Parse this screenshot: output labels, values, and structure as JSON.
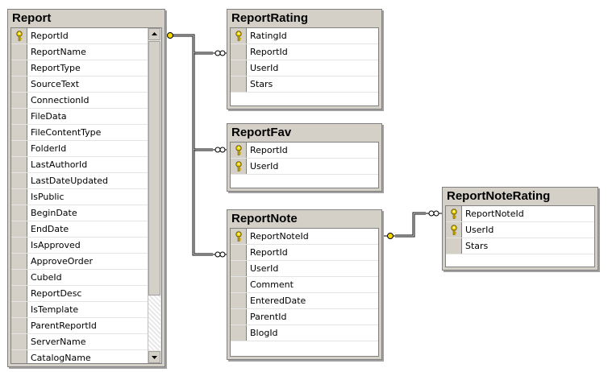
{
  "tables": {
    "report": {
      "title": "Report",
      "columns": [
        {
          "name": "ReportId",
          "key": true
        },
        {
          "name": "ReportName",
          "key": false
        },
        {
          "name": "ReportType",
          "key": false
        },
        {
          "name": "SourceText",
          "key": false
        },
        {
          "name": "ConnectionId",
          "key": false
        },
        {
          "name": "FileData",
          "key": false
        },
        {
          "name": "FileContentType",
          "key": false
        },
        {
          "name": "FolderId",
          "key": false
        },
        {
          "name": "LastAuthorId",
          "key": false
        },
        {
          "name": "LastDateUpdated",
          "key": false
        },
        {
          "name": "IsPublic",
          "key": false
        },
        {
          "name": "BeginDate",
          "key": false
        },
        {
          "name": "EndDate",
          "key": false
        },
        {
          "name": "IsApproved",
          "key": false
        },
        {
          "name": "ApproveOrder",
          "key": false
        },
        {
          "name": "CubeId",
          "key": false
        },
        {
          "name": "ReportDesc",
          "key": false
        },
        {
          "name": "IsTemplate",
          "key": false
        },
        {
          "name": "ParentReportId",
          "key": false
        },
        {
          "name": "ServerName",
          "key": false
        },
        {
          "name": "CatalogName",
          "key": false
        }
      ]
    },
    "report_rating": {
      "title": "ReportRating",
      "columns": [
        {
          "name": "RatingId",
          "key": true
        },
        {
          "name": "ReportId",
          "key": false
        },
        {
          "name": "UserId",
          "key": false
        },
        {
          "name": "Stars",
          "key": false
        }
      ]
    },
    "report_fav": {
      "title": "ReportFav",
      "columns": [
        {
          "name": "ReportId",
          "key": true
        },
        {
          "name": "UserId",
          "key": true
        }
      ]
    },
    "report_note": {
      "title": "ReportNote",
      "columns": [
        {
          "name": "ReportNoteId",
          "key": true
        },
        {
          "name": "ReportId",
          "key": false
        },
        {
          "name": "UserId",
          "key": false
        },
        {
          "name": "Comment",
          "key": false
        },
        {
          "name": "EnteredDate",
          "key": false
        },
        {
          "name": "ParentId",
          "key": false
        },
        {
          "name": "BlogId",
          "key": false
        }
      ]
    },
    "report_note_rating": {
      "title": "ReportNoteRating",
      "columns": [
        {
          "name": "ReportNoteId",
          "key": true
        },
        {
          "name": "UserId",
          "key": true
        },
        {
          "name": "Stars",
          "key": false
        }
      ]
    }
  },
  "icons": {
    "primary_key": "key-icon",
    "relationship_one_end": "key-connector-icon",
    "relationship_many_end": "infinity-connector-icon",
    "scroll_up": "arrow-up-icon",
    "scroll_down": "arrow-down-icon"
  }
}
